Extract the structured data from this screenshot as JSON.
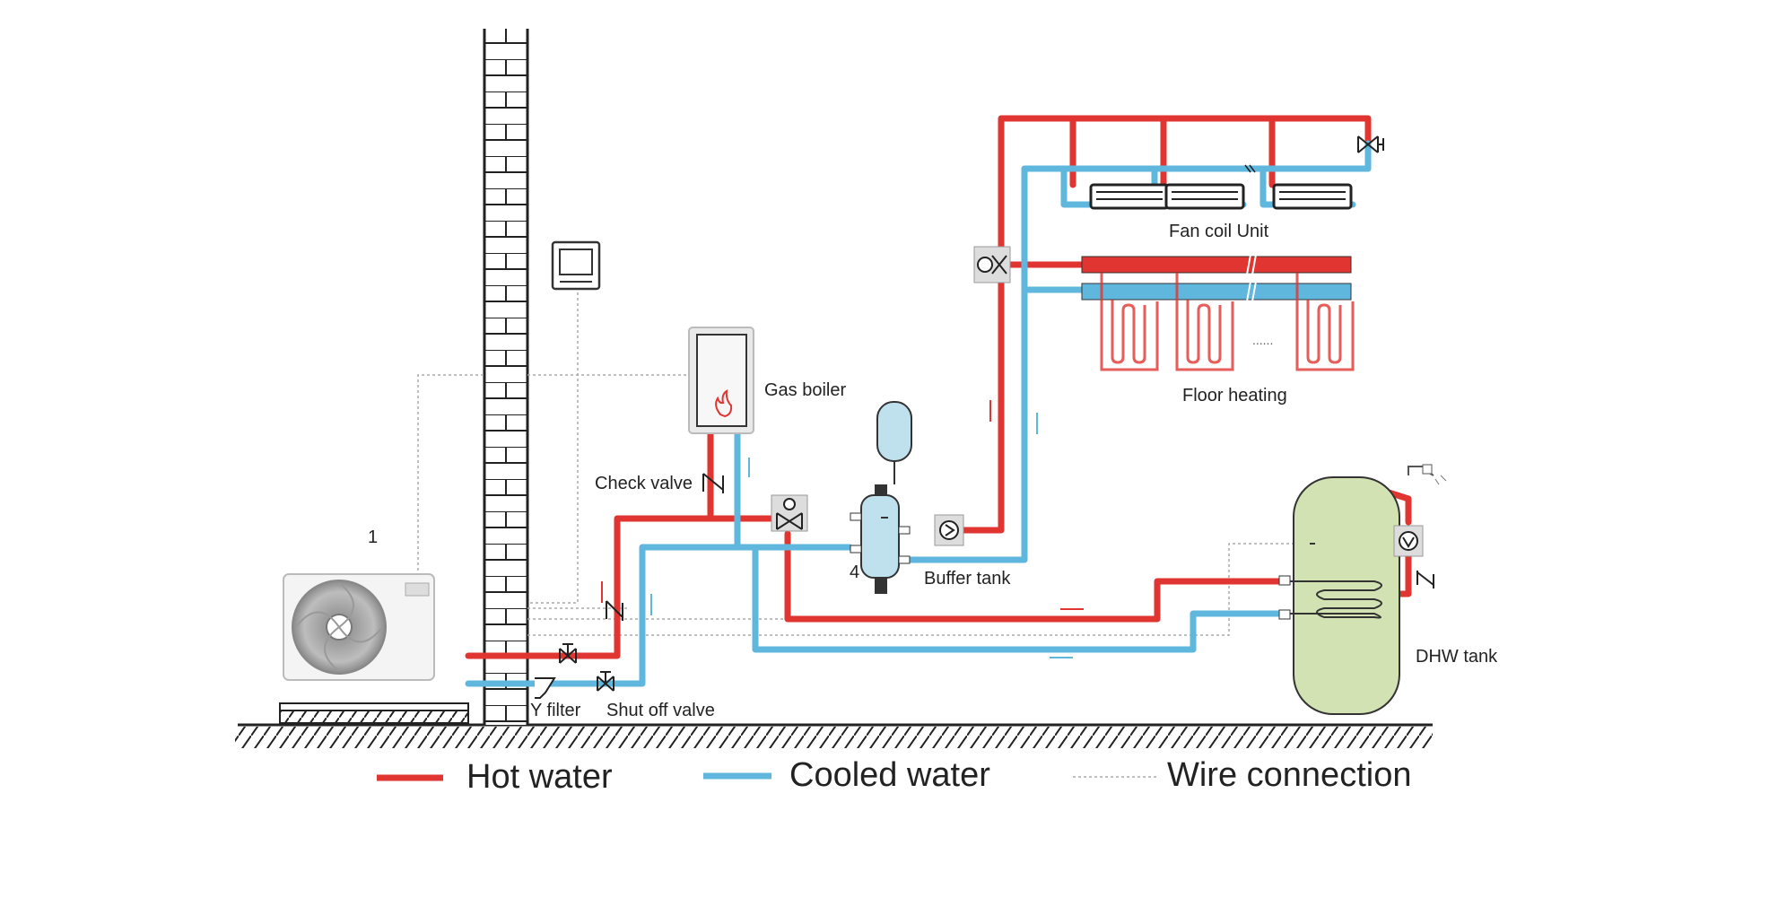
{
  "labels": {
    "number_1": "1",
    "number_4": "4",
    "gas_boiler": "Gas boiler",
    "check_valve": "Check valve",
    "buffer_tank": "Buffer tank",
    "fan_coil_unit": "Fan coil Unit",
    "floor_heating": "Floor heating",
    "dhw_tank": "DHW tank",
    "y_filter": "Y filter",
    "shut_off_valve": "Shut off valve",
    "ellipsis": "......"
  },
  "legend": {
    "hot_water": "Hot water",
    "cooled_water": "Cooled water",
    "wire_connection": "Wire connection"
  },
  "colors": {
    "hot_water": "#e03530",
    "cooled_water": "#5fb7dd",
    "buffer_tank": "#bfe1ee",
    "dhw_tank": "#d3e2b3",
    "wire": "#aaaaaa"
  },
  "icons": [
    "brick-wall",
    "heat-pump-outdoor-unit",
    "thermostat-icon",
    "gas-boiler-icon",
    "flame-icon",
    "check-valve-icon",
    "three-way-valve-icon",
    "expansion-vessel-icon",
    "circulation-pump-icon",
    "fan-coil-icon",
    "underfloor-loop-icon",
    "faucet-icon",
    "y-filter-icon",
    "shut-off-valve-icon",
    "air-vent-icon"
  ]
}
